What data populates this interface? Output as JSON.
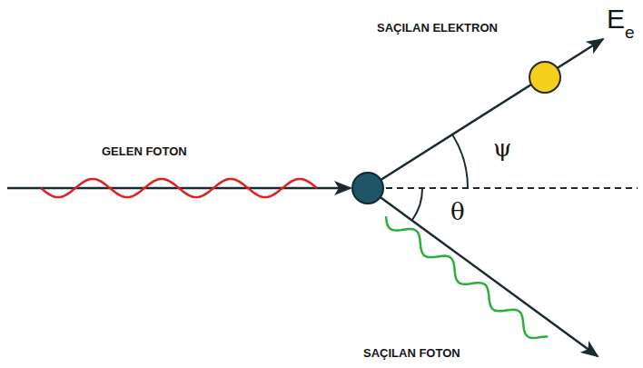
{
  "diagram": {
    "labels": [
      "SAÇILAN ELEKTRON",
      "E",
      "e",
      "GELEN FOTON",
      "ψ",
      "θ",
      "SAÇILAN FOTON"
    ]
  }
}
